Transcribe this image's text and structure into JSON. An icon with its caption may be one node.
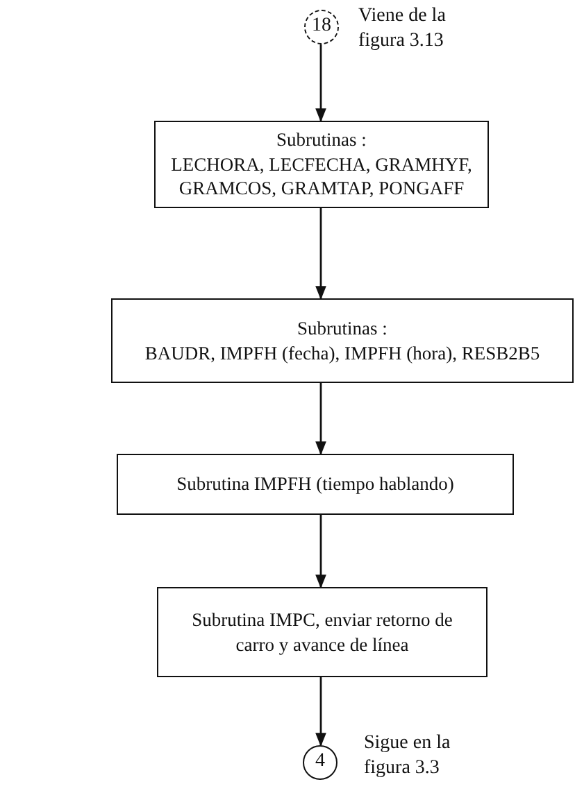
{
  "diagram": {
    "nodes": [
      {
        "text": [
          "18"
        ],
        "beside": [
          "Viene de la figura 3.13"
        ]
      },
      {
        "text": [
          "Subrutinas :",
          "LECHORA,  LECFECHA, GRAMHYF, GRAMCOS, GRAMTAP, PONGAFF"
        ]
      },
      {
        "text": [
          "Subrutinas :",
          "BAUDR, IMPFH (fecha), IMPFH (hora), RESB2B5"
        ]
      },
      {
        "text": [
          "Subrutina IMPFH (tiempo hablando)"
        ]
      },
      {
        "text": [
          "Subrutina IMPC, enviar retorno de carro y avance de línea"
        ]
      },
      {
        "text": [
          "4"
        ],
        "beside": [
          "Sigue en la figura 3.3"
        ]
      }
    ],
    "edges": [
      {
        "from": 0,
        "to": 1,
        "arrow": "to"
      },
      {
        "from": 1,
        "to": 2,
        "arrow": "to"
      },
      {
        "from": 2,
        "to": 3,
        "arrow": "to"
      },
      {
        "from": 3,
        "to": 4,
        "arrow": "to"
      },
      {
        "from": 4,
        "to": 5,
        "arrow": "to"
      }
    ]
  }
}
